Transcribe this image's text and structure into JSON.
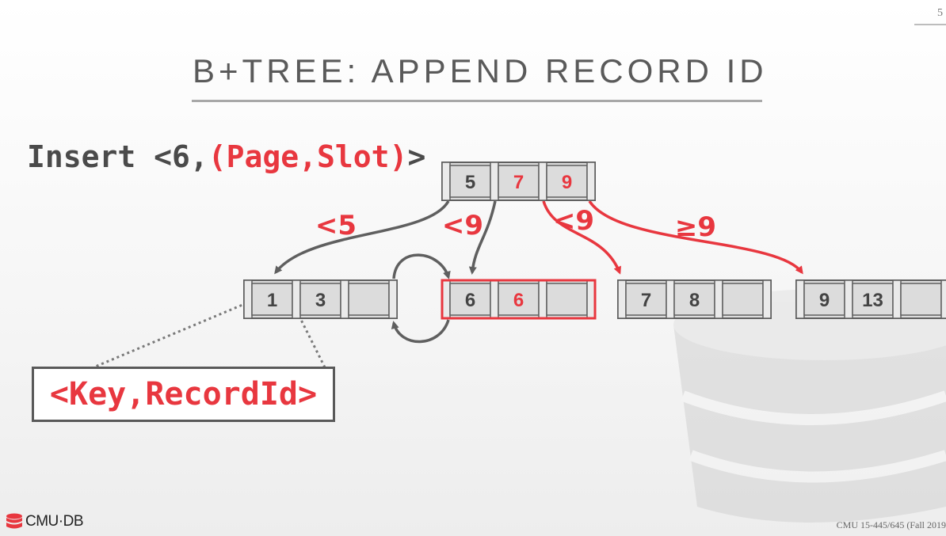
{
  "slide": {
    "title": "B+TREE: APPEND RECORD ID",
    "page_number": "5",
    "footer_course": "CMU 15-445/645 (Fall 2019",
    "logo_text": "CMU·DB"
  },
  "insert": {
    "prefix": "Insert <6,",
    "highlight": "(Page,Slot)",
    "suffix": ">"
  },
  "key_record_label": "<Key,RecordId>",
  "colors": {
    "accent": "#e8373f",
    "text": "#4a4a4a",
    "node_fill": "#dcdcdc",
    "node_border": "#5f5f5f"
  },
  "tree": {
    "root": {
      "keys": [
        "5",
        "7",
        "9"
      ],
      "highlight_keys": [
        1,
        2
      ]
    },
    "leaves": [
      {
        "keys": [
          "1",
          "3",
          ""
        ],
        "highlighted": false
      },
      {
        "keys": [
          "6",
          "6",
          ""
        ],
        "highlighted": true,
        "highlight_keys": [
          1
        ]
      },
      {
        "keys": [
          "7",
          "8",
          ""
        ],
        "highlighted": false
      },
      {
        "keys": [
          "9",
          "13",
          ""
        ],
        "highlighted": false
      }
    ],
    "edges": [
      {
        "label": "<5",
        "target": 0,
        "highlighted": false
      },
      {
        "label": "<9",
        "target": 1,
        "highlighted": false
      },
      {
        "label": "<9",
        "target": 2,
        "highlighted": true
      },
      {
        "label": "≥9",
        "target": 3,
        "highlighted": true
      }
    ]
  }
}
